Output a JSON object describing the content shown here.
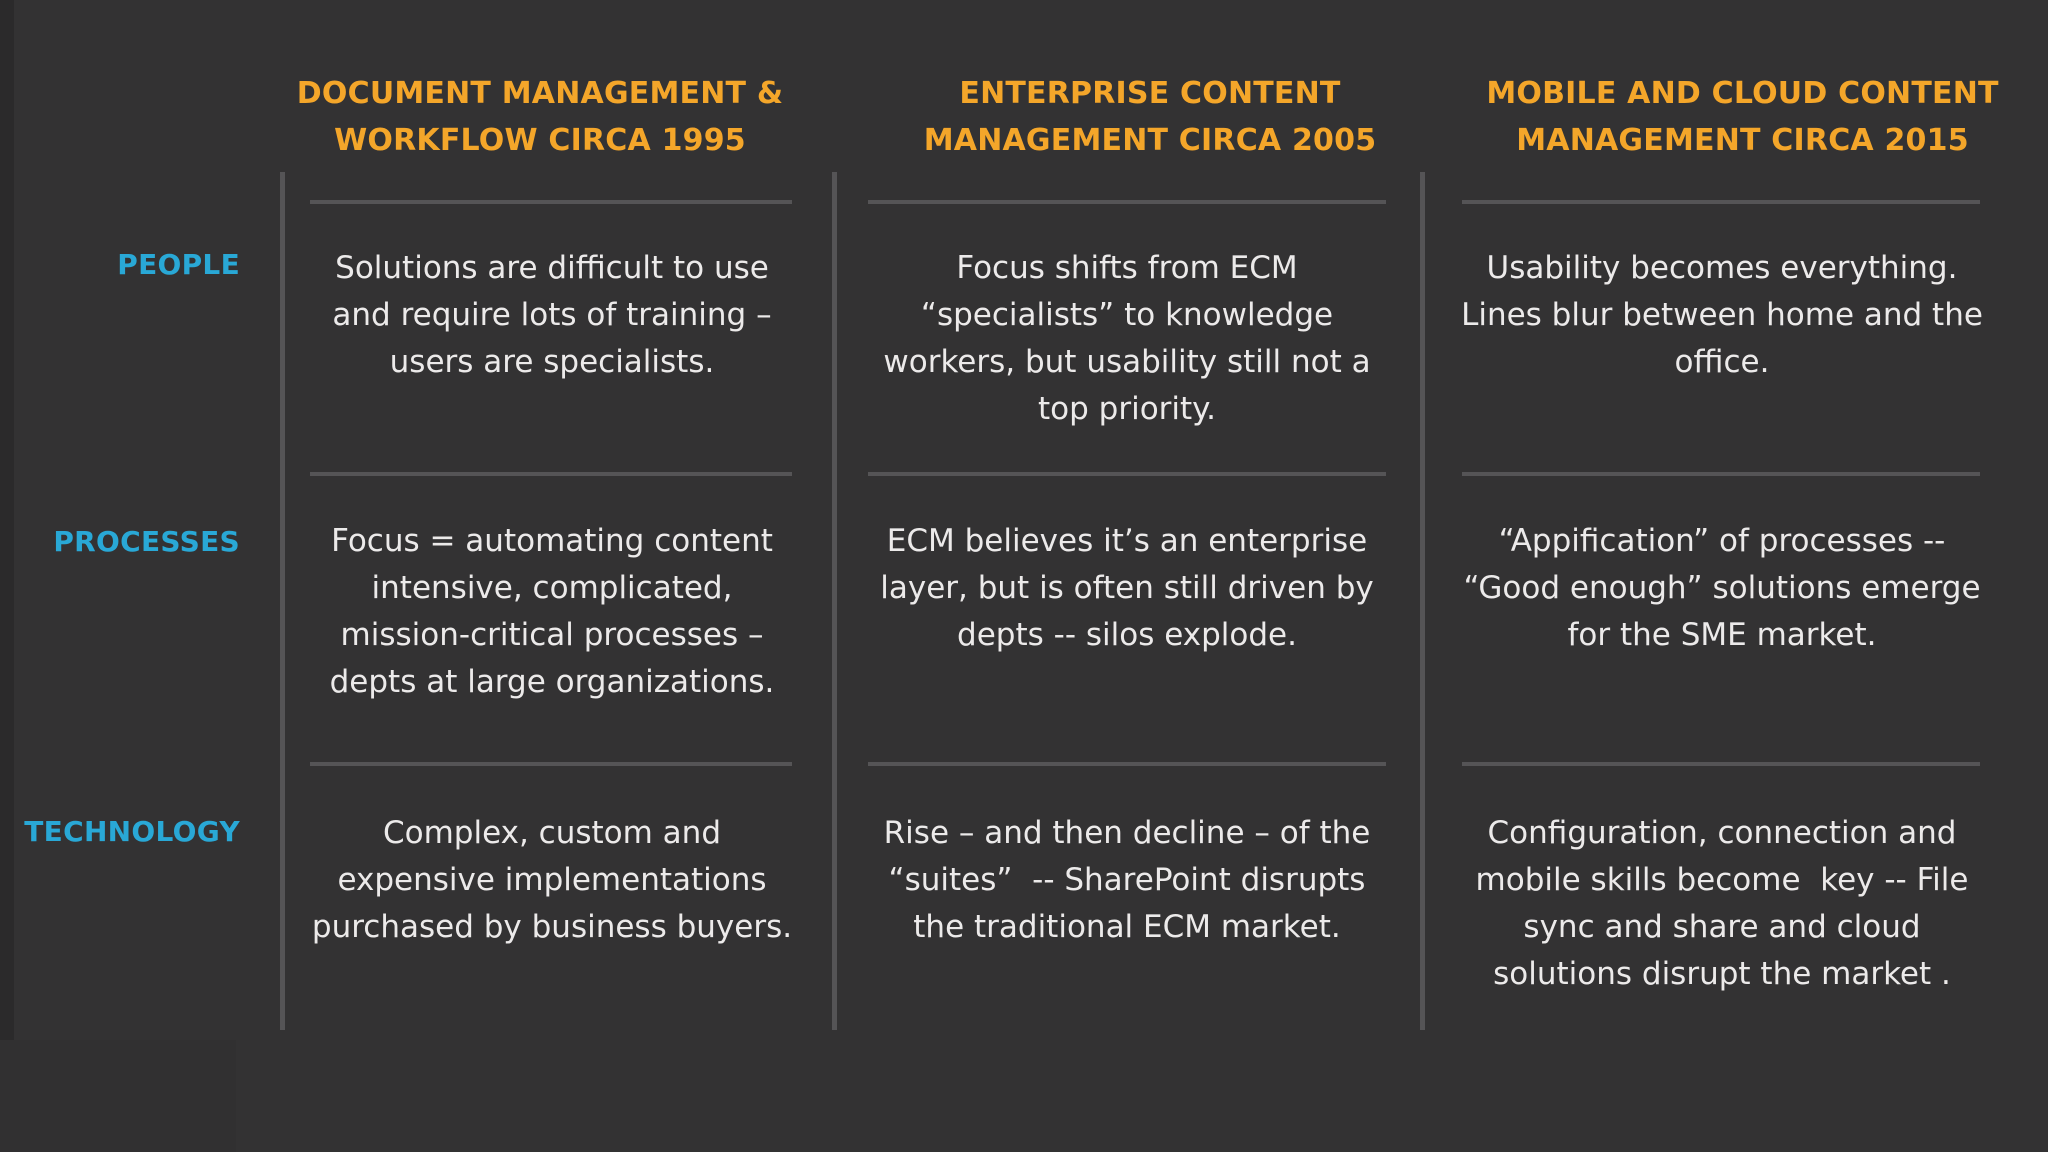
{
  "slide": {
    "columns": [
      {
        "id": "col-1995",
        "header": "DOCUMENT MANAGEMENT\n& WORKFLOW CIRCA 1995"
      },
      {
        "id": "col-2005",
        "header": "ENTERPRISE CONTENT\nMANAGEMENT CIRCA 2005"
      },
      {
        "id": "col-2015",
        "header": "MOBILE AND CLOUD CONTENT\nMANAGEMENT CIRCA 2015"
      }
    ],
    "rows": [
      {
        "id": "row-people",
        "label": "PEOPLE"
      },
      {
        "id": "row-processes",
        "label": "PROCESSES"
      },
      {
        "id": "row-technology",
        "label": "TECHNOLOGY"
      }
    ],
    "cells": {
      "people": [
        "Solutions are difficult to use and require lots of training – users are specialists.",
        "Focus shifts from ECM “specialists” to knowledge workers, but usability still not a top priority.",
        "Usability becomes everything. Lines blur between home and the office."
      ],
      "processes": [
        "Focus = automating content intensive, complicated, mission-critical processes – depts at large organizations.",
        "ECM believes it’s an enterprise layer, but is often still driven by depts -- silos explode.",
        "“Appification” of processes -- “Good enough” solutions emerge for the SME market."
      ],
      "technology": [
        "Complex, custom and expensive implementations purchased by business buyers.",
        "Rise – and then decline – of the “suites”  -- SharePoint disrupts the traditional ECM market.",
        "Configuration, connection and mobile skills become  key -- File sync and share and cloud solutions disrupt the market ."
      ]
    },
    "colors": {
      "background": "#333233",
      "header_accent": "#f4a62a",
      "row_label_accent": "#29a8d6",
      "body_text": "#eceaea",
      "divider": "#555456"
    }
  }
}
